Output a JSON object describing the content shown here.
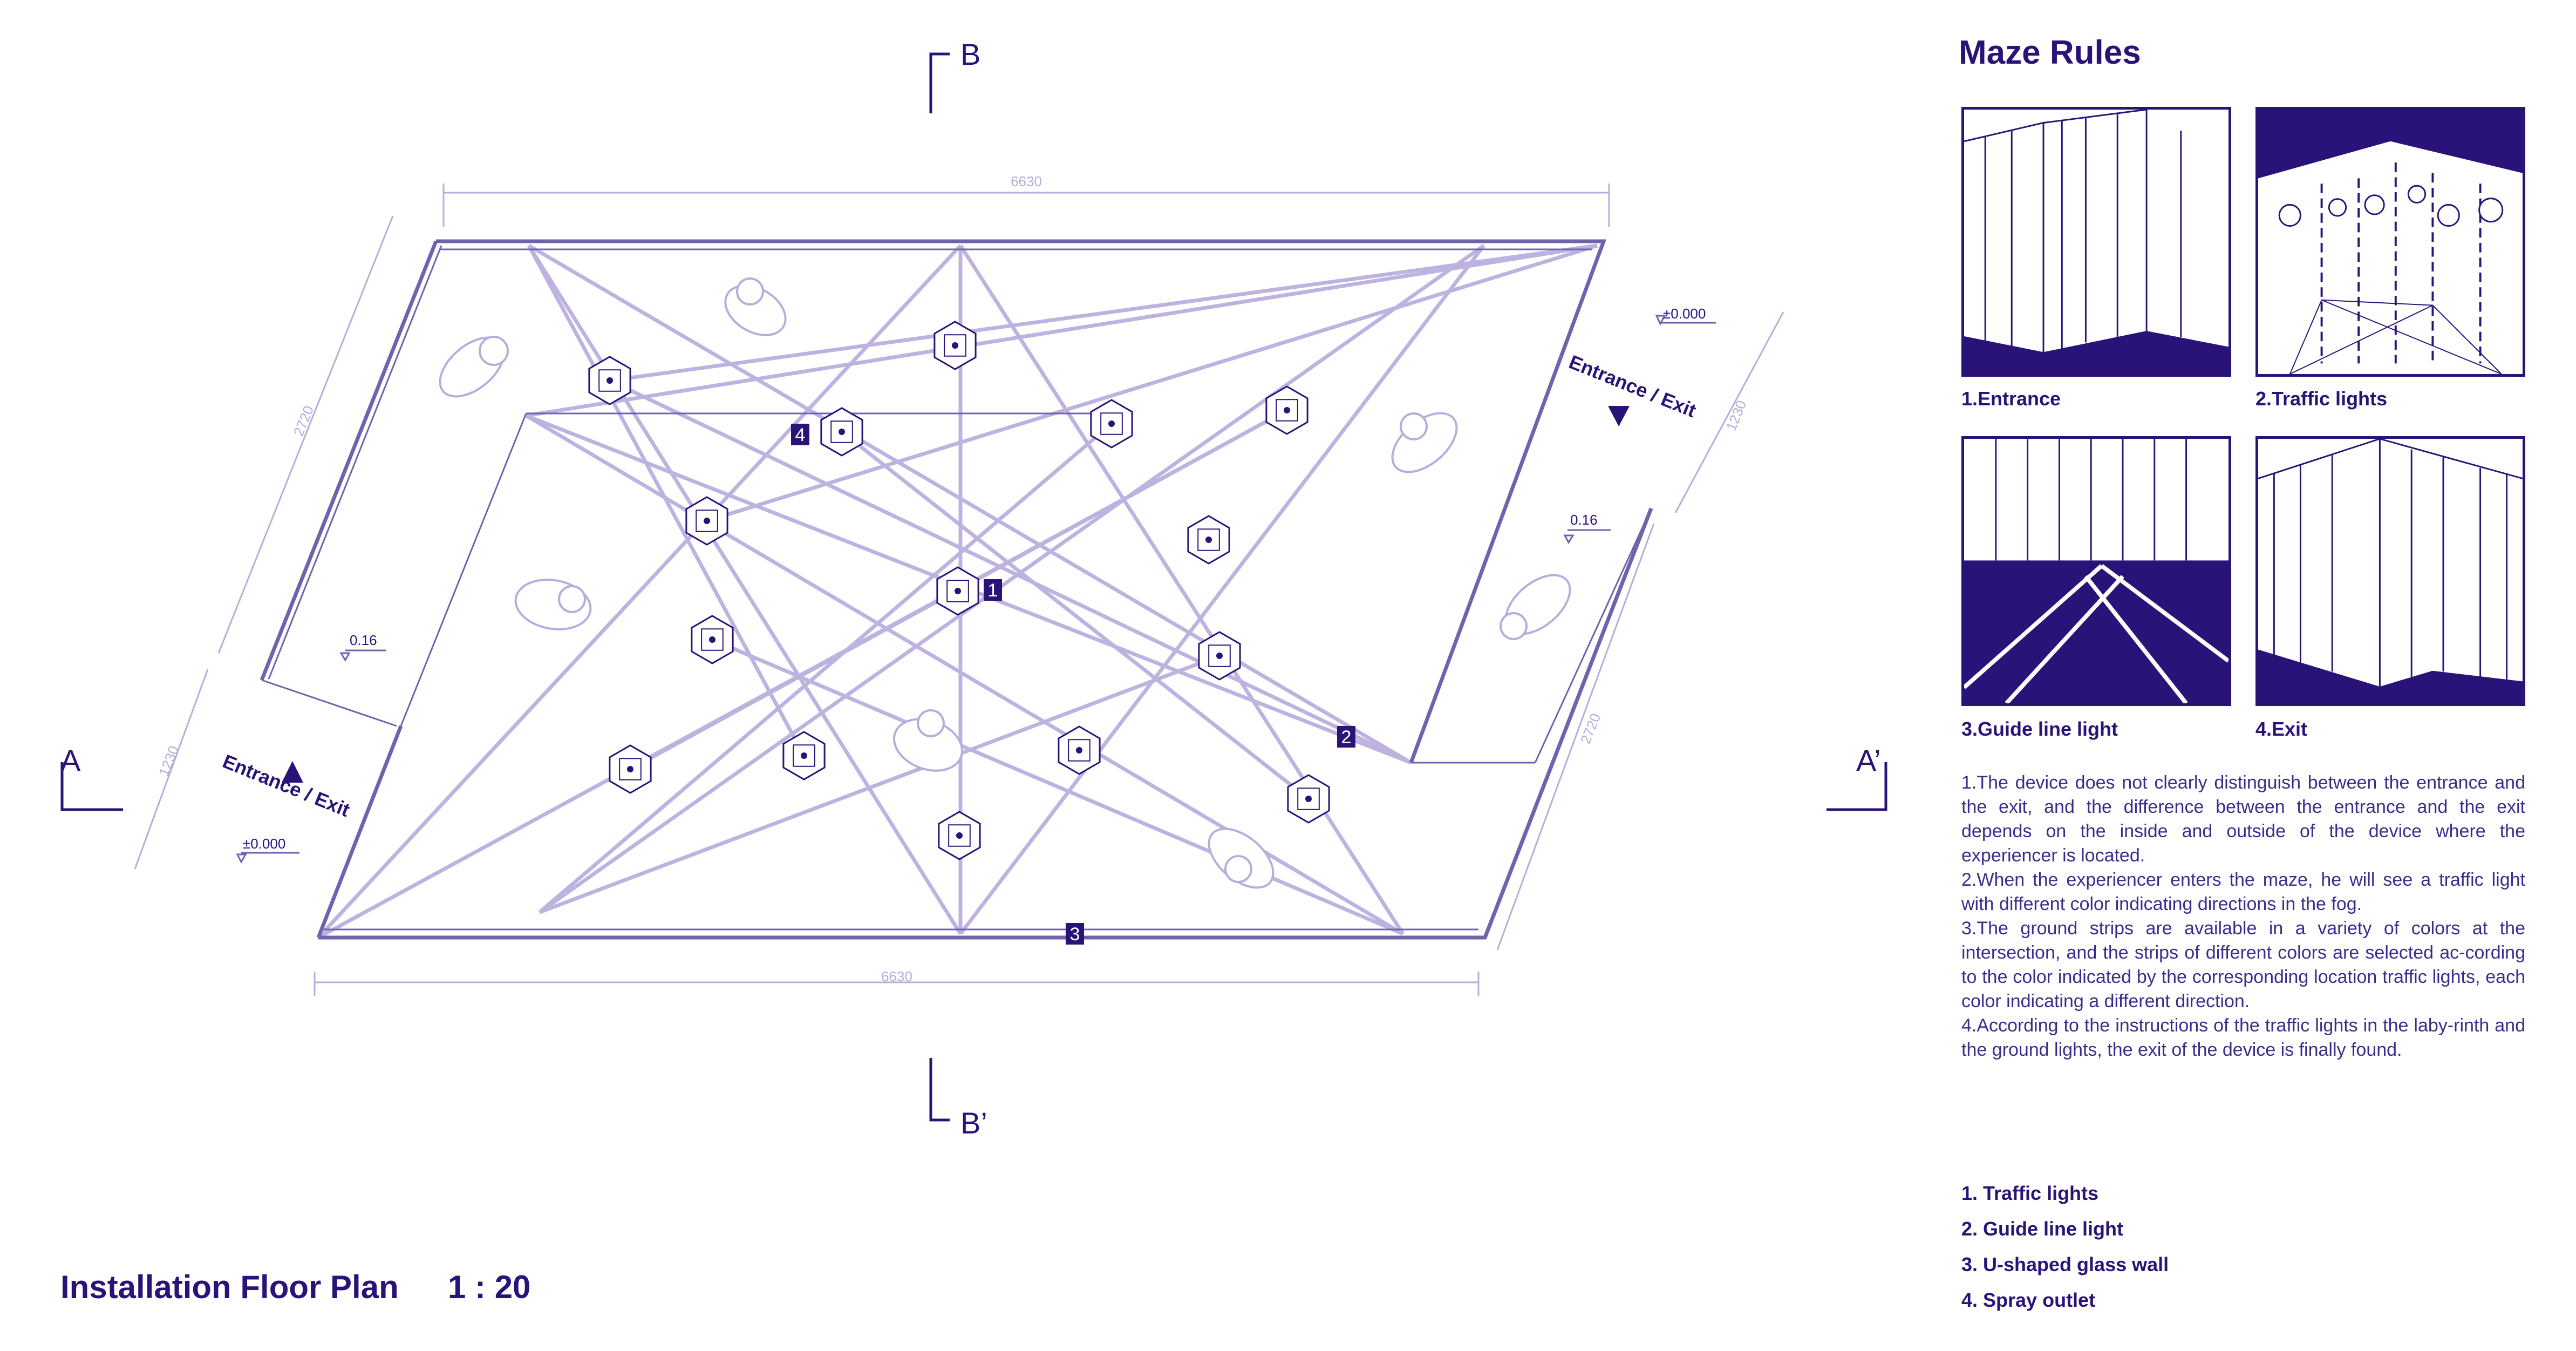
{
  "plan": {
    "title": "Installation Floor Plan",
    "scale": "1 : 20",
    "section_marks": {
      "a": "A",
      "a_prime": "A’",
      "b": "B",
      "b_prime": "B’"
    },
    "dimensions": {
      "top": "6630",
      "bottom": "6630",
      "left_side": "2720",
      "right_side": "2720",
      "left_end": "1230",
      "right_end": "1230"
    },
    "entrance_labels": {
      "left": "Entrance / Exit",
      "right": "Entrance / Exit"
    },
    "levels": {
      "left_floor": "±0.000",
      "right_floor": "±0.000",
      "left_step": "0.16",
      "right_step": "0.16"
    },
    "callouts": [
      "1",
      "2",
      "3",
      "4"
    ]
  },
  "rules": {
    "title": "Maze Rules",
    "panels": [
      {
        "caption": "1.Entrance"
      },
      {
        "caption": "2.Traffic lights"
      },
      {
        "caption": "3.Guide line light"
      },
      {
        "caption": "4.Exit"
      }
    ],
    "paragraphs": [
      "1.The device does not clearly distinguish between the entrance and the exit, and the difference between the entrance and the exit depends on the inside and outside of the device where the experiencer is located.",
      "2.When the experiencer enters the maze, he will see a traffic light with different color indicating directions in the fog.",
      "3.The ground strips are available in a variety of colors at the intersection, and the strips of different colors are selected ac-cording to the color indicated by the corresponding location traffic lights, each color indicating a different direction.",
      "4.According to the instructions of the traffic lights in the laby-rinth and the ground lights, the exit of the device is finally found."
    ]
  },
  "legend": [
    "1. Traffic lights",
    "2. Guide line light",
    "3. U-shaped glass wall",
    "4. Spray outlet"
  ],
  "colors": {
    "ink": "#2a1378",
    "line": "#b7acdc",
    "fill": "#2a1378"
  }
}
